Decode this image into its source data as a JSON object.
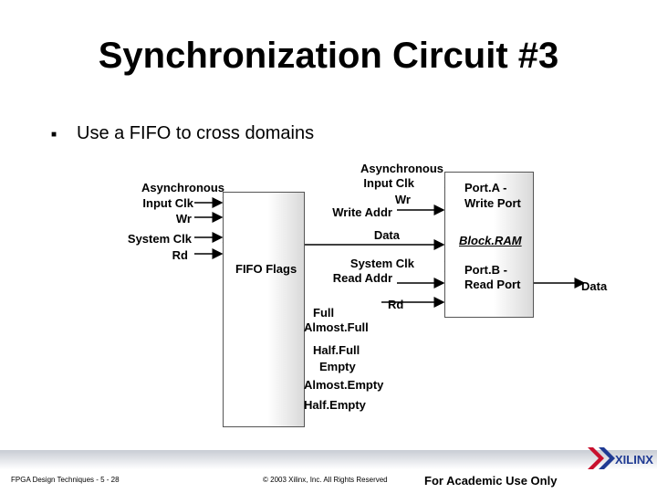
{
  "title": "Synchronization Circuit #3",
  "bullet": "Use a FIFO to cross domains",
  "fifo": {
    "write_side": [
      "Asynchronous",
      "Input Clk",
      "Wr"
    ],
    "read_side": [
      "System Clk",
      "Rd"
    ],
    "flags_label": "FIFO Flags",
    "flags": [
      "Full",
      "Almost.Full",
      "Half.Full",
      "Empty",
      "Almost.Empty",
      "Half.Empty"
    ]
  },
  "ram": {
    "write_labels": [
      "Asynchronous",
      "Input Clk",
      "Wr",
      "Write Addr"
    ],
    "data_label": "Data",
    "read_labels": [
      "System Clk",
      "Read Addr"
    ],
    "rd_label": "Rd",
    "port_a": [
      "Port.A -",
      "Write Port"
    ],
    "name": "Block.RAM",
    "port_b": [
      "Port.B -",
      "Read Port"
    ],
    "output_label": "Data"
  },
  "footer": {
    "course": "FPGA Design Techniques  -  5 - 28",
    "copyright": "© 2003 Xilinx, Inc. All Rights Reserved",
    "academic": "For Academic Use Only",
    "logo_text": "XILINX"
  },
  "colors": {
    "box_fill": "#ffffff",
    "box_shade": "#d9d9d9",
    "line": "#000000",
    "logo_red": "#c8102e",
    "logo_blue": "#1f3a93"
  }
}
